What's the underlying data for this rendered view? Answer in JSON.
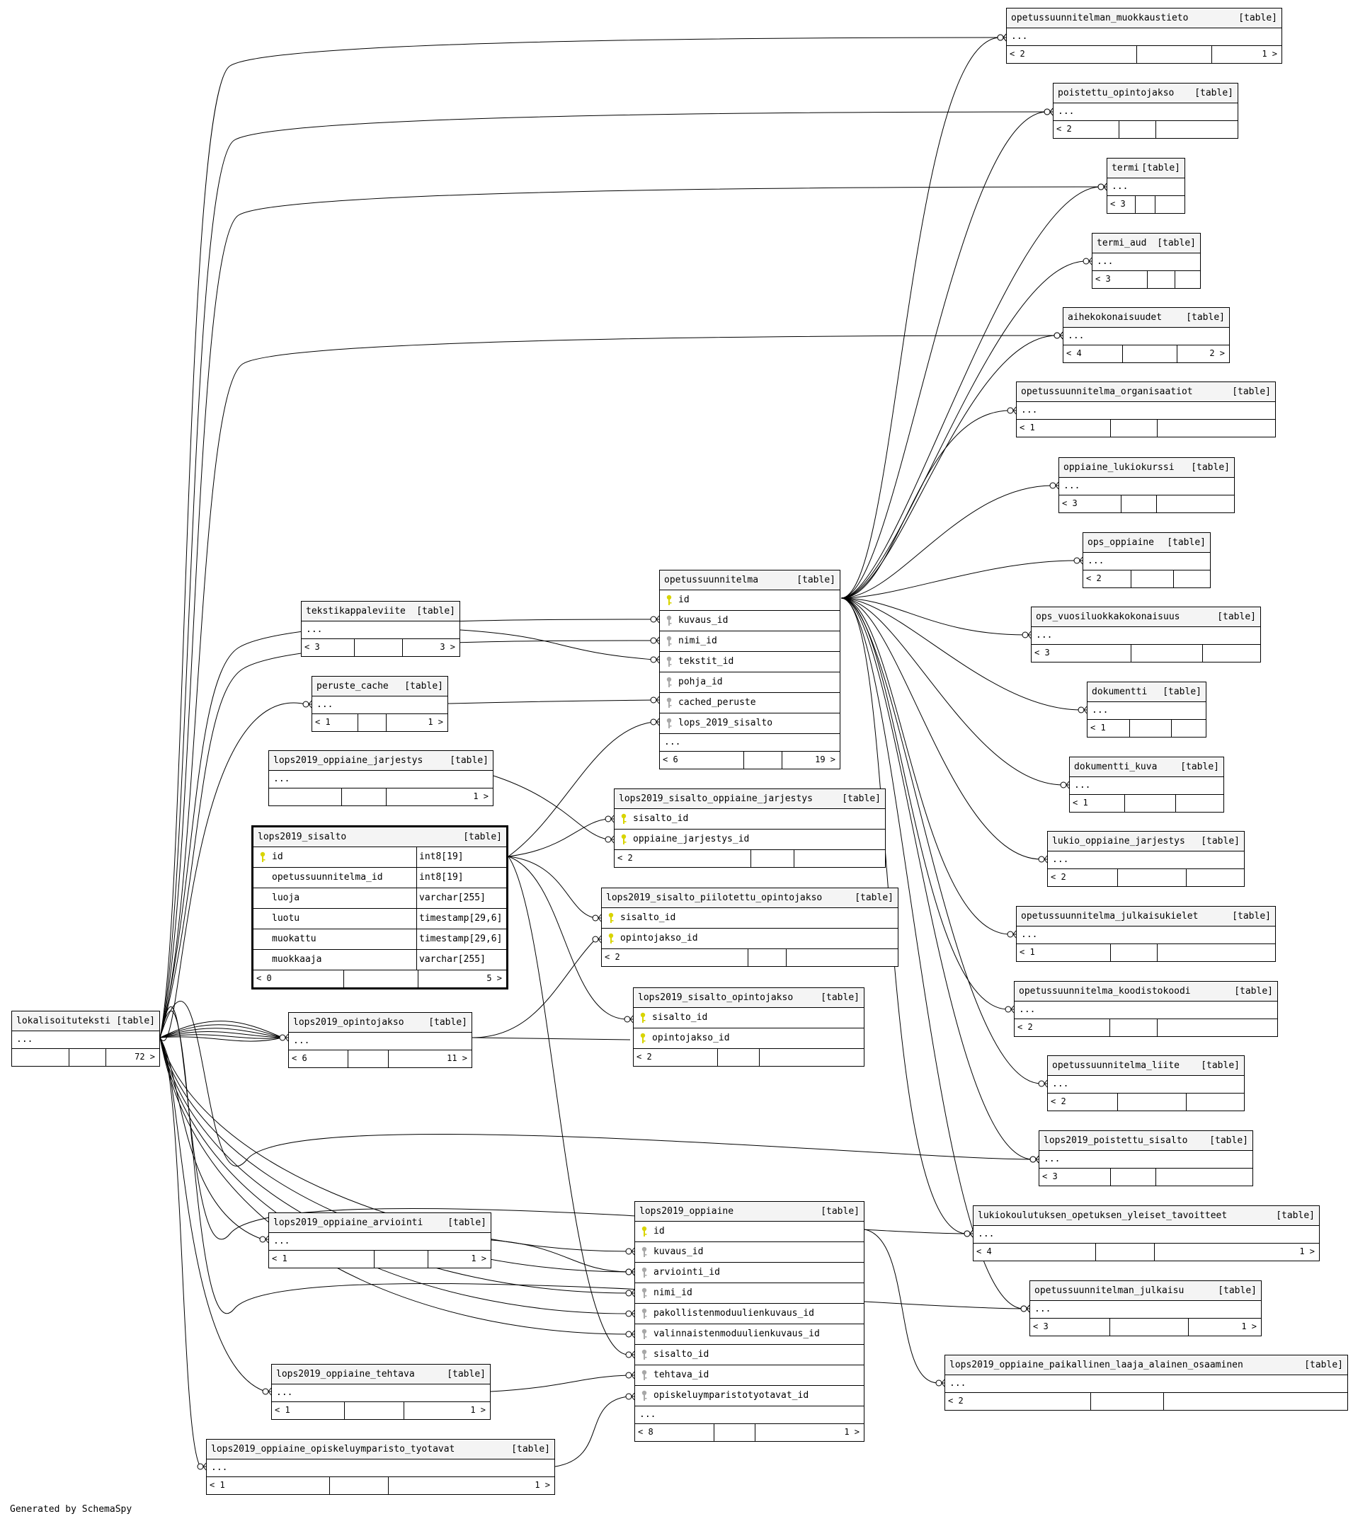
{
  "footer_text": "Generated by SchemaSpy",
  "table_type_label": "[table]",
  "tables": [
    {
      "id": "t0",
      "name": "opetussuunnitelman_muokkaustieto",
      "in": "< 2",
      "out": "1 >"
    },
    {
      "id": "t1",
      "name": "poistettu_opintojakso",
      "in": "< 2",
      "out": ""
    },
    {
      "id": "t2",
      "name": "termi",
      "in": "< 3",
      "out": ""
    },
    {
      "id": "t3",
      "name": "termi_aud",
      "in": "< 3",
      "out": ""
    },
    {
      "id": "t4",
      "name": "aihekokonaisuudet",
      "in": "< 4",
      "out": "2 >"
    },
    {
      "id": "t5",
      "name": "opetussuunnitelma_organisaatiot",
      "in": "< 1",
      "out": ""
    },
    {
      "id": "t6",
      "name": "oppiaine_lukiokurssi",
      "in": "< 3",
      "out": ""
    },
    {
      "id": "t7",
      "name": "ops_oppiaine",
      "in": "< 2",
      "out": ""
    },
    {
      "id": "t8",
      "name": "ops_vuosiluokkakokonaisuus",
      "in": "< 3",
      "out": ""
    },
    {
      "id": "t9",
      "name": "dokumentti",
      "in": "< 1",
      "out": ""
    },
    {
      "id": "t10",
      "name": "dokumentti_kuva",
      "in": "< 1",
      "out": ""
    },
    {
      "id": "t11",
      "name": "lukio_oppiaine_jarjestys",
      "in": "< 2",
      "out": ""
    },
    {
      "id": "t12",
      "name": "opetussuunnitelma_julkaisukielet",
      "in": "< 1",
      "out": ""
    },
    {
      "id": "t13",
      "name": "opetussuunnitelma_koodistokoodi",
      "in": "< 2",
      "out": ""
    },
    {
      "id": "t14",
      "name": "opetussuunnitelma_liite",
      "in": "< 2",
      "out": ""
    },
    {
      "id": "t15",
      "name": "lops2019_poistettu_sisalto",
      "in": "< 3",
      "out": ""
    },
    {
      "id": "t16",
      "name": "lukiokoulutuksen_opetuksen_yleiset_tavoitteet",
      "in": "< 4",
      "out": "1 >"
    },
    {
      "id": "t17",
      "name": "opetussuunnitelman_julkaisu",
      "in": "< 3",
      "out": "1 >"
    },
    {
      "id": "t18",
      "name": "lops2019_oppiaine_paikallinen_laaja_alainen_osaaminen",
      "in": "< 2",
      "out": ""
    },
    {
      "id": "t19",
      "name": "tekstikappaleviite",
      "in": "< 3",
      "out": "3 >"
    },
    {
      "id": "t20",
      "name": "peruste_cache",
      "in": "< 1",
      "out": "1 >"
    },
    {
      "id": "t21",
      "name": "lops2019_oppiaine_jarjestys",
      "in": "",
      "out": "1 >"
    },
    {
      "id": "t22",
      "name": "lokalisoituteksti",
      "in": "",
      "out": "72 >"
    },
    {
      "id": "t23",
      "name": "lops2019_opintojakso",
      "in": "< 6",
      "out": "11 >"
    },
    {
      "id": "t24",
      "name": "lops2019_oppiaine_arviointi",
      "in": "< 1",
      "out": "1 >"
    },
    {
      "id": "t25",
      "name": "lops2019_oppiaine_tehtava",
      "in": "< 1",
      "out": "1 >"
    },
    {
      "id": "t26",
      "name": "lops2019_oppiaine_opiskeluymparisto_tyotavat",
      "in": "< 1",
      "out": "1 >"
    },
    {
      "id": "t27",
      "name": "opetussuunnitelma",
      "in": "< 6",
      "out": "19 >",
      "columns": [
        "id",
        "kuvaus_id",
        "nimi_id",
        "tekstit_id",
        "pohja_id",
        "cached_peruste",
        "lops_2019_sisalto"
      ],
      "has_more": true
    },
    {
      "id": "t28",
      "name": "lops2019_sisalto_oppiaine_jarjestys",
      "in": "< 2",
      "out": "",
      "columns": [
        "sisalto_id",
        "oppiaine_jarjestys_id"
      ],
      "has_more": false
    },
    {
      "id": "t29",
      "name": "lops2019_sisalto_piilotettu_opintojakso",
      "in": "< 2",
      "out": "",
      "columns": [
        "sisalto_id",
        "opintojakso_id"
      ],
      "has_more": false
    },
    {
      "id": "t30",
      "name": "lops2019_sisalto_opintojakso",
      "in": "< 2",
      "out": "",
      "columns": [
        "sisalto_id",
        "opintojakso_id"
      ],
      "has_more": false
    },
    {
      "id": "t31",
      "name": "lops2019_oppiaine",
      "in": "< 8",
      "out": "1 >",
      "columns": [
        "id",
        "kuvaus_id",
        "arviointi_id",
        "nimi_id",
        "pakollistenmoduulienkuvaus_id",
        "valinnaistenmoduulienkuvaus_id",
        "sisalto_id",
        "tehtava_id",
        "opiskeluymparistotyotavat_id"
      ],
      "has_more": true
    },
    {
      "id": "t32",
      "name": "lops2019_sisalto",
      "in": "< 0",
      "out": "5 >",
      "columns": [
        {
          "name": "id",
          "type": "int8[19]"
        },
        {
          "name": "opetussuunnitelma_id",
          "type": "int8[19]"
        },
        {
          "name": "luoja",
          "type": "varchar[255]"
        },
        {
          "name": "luotu",
          "type": "timestamp[29,6]"
        },
        {
          "name": "muokattu",
          "type": "timestamp[29,6]"
        },
        {
          "name": "muokkaaja",
          "type": "varchar[255]"
        }
      ]
    }
  ],
  "colors": {
    "primary_key": "#d8d400",
    "foreign_key": "#a8a8a8",
    "header_bg": "#f4f4f4"
  }
}
